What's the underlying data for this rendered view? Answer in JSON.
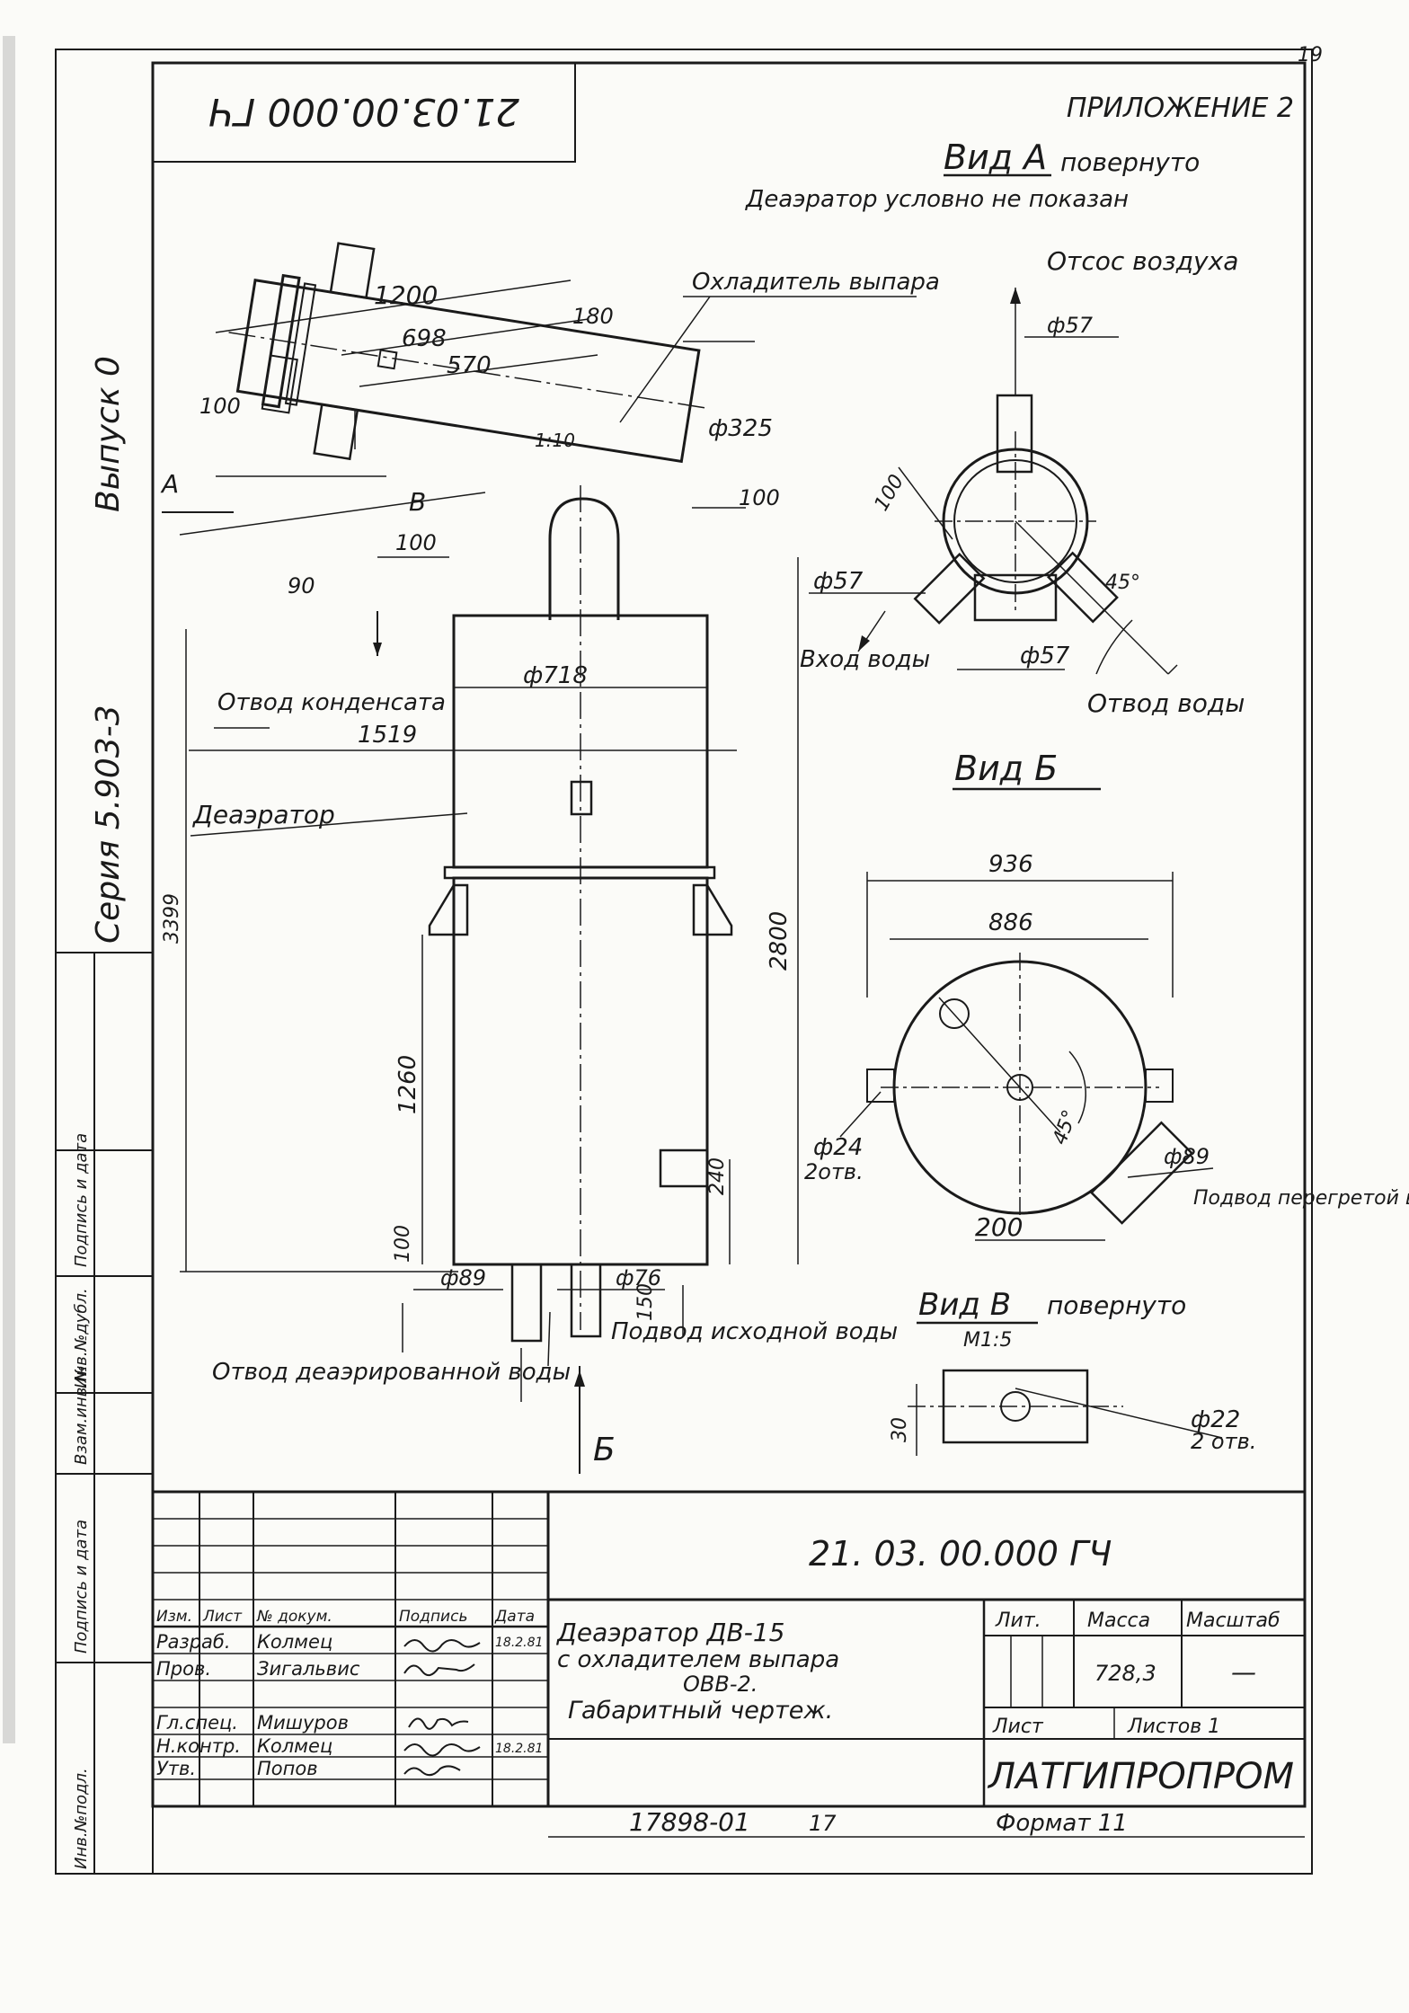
{
  "doc": {
    "page_number": "19",
    "code_top": "21.03.00.000 ГЧ",
    "appendix": "ПРИЛОЖЕНИЕ 2",
    "series": "Серия 5.903-3",
    "issue": "Выпуск 0"
  },
  "view_a": {
    "title": "Вид А",
    "rotated": "повернуто",
    "note": "Деаэратор условно не показан",
    "air_outlet": "Отсос воздуха",
    "water_inlet": "Вход воды",
    "water_outlet": "Отвод воды",
    "dims": {
      "d57_top": "ф57",
      "d57_left": "ф57",
      "d57_bottom": "ф57",
      "d100": "100",
      "angle": "45°"
    }
  },
  "main_view": {
    "cooler_label": "Охладитель выпара",
    "condensate_label": "Отвод конденсата",
    "deaerator_label": "Деаэратор",
    "drain_label": "Отвод деаэрированной воды",
    "supply_label": "Подвод исходной воды",
    "view_b_arrow": "Б",
    "view_a_arrow": "А",
    "view_v_arrow": "В",
    "dims": {
      "d1200": "1200",
      "d698": "698",
      "d180": "180",
      "d570": "570",
      "d100_left": "100",
      "slope": "1:10",
      "d325": "ф325",
      "d100_right": "100",
      "d90": "90",
      "d100_bottom": "100",
      "d718": "ф718",
      "d1519": "1519",
      "d3399": "3399",
      "d2800": "2800",
      "d1260": "1260",
      "d240": "240",
      "d150": "150",
      "d100_base": "100",
      "d89": "ф89",
      "d76": "ф76"
    }
  },
  "view_b": {
    "title": "Вид Б",
    "hole_label": "ф24",
    "hole_count": "2отв.",
    "steam_label": "Подвод перегретой воды",
    "dims": {
      "d936": "936",
      "d886": "886",
      "angle": "45°",
      "d89": "ф89",
      "d200": "200"
    }
  },
  "view_v": {
    "title": "Вид В",
    "rotated": "повернуто",
    "scale": "М1:5",
    "hole_label": "ф22",
    "hole_count": "2 отв.",
    "dim30": "30"
  },
  "side_stamp": {
    "labels": [
      "Инв.№подл.",
      "Подпись и дата",
      "Взам.инв.№",
      "Инв.№дубл.",
      "Подпись и дата"
    ]
  },
  "title_block": {
    "code": "21. 03. 00.000 ГЧ",
    "name_line1": "Деаэратор ДВ-15",
    "name_line2": "с охладителем выпара",
    "name_line3": "ОВВ-2.",
    "name_line4": "Габаритный чертеж.",
    "lit_header": "Лит.",
    "mass_header": "Масса",
    "scale_header": "Масштаб",
    "mass_value": "728,3",
    "scale_value": "—",
    "sheet_label": "Лист",
    "sheets_label": "Листов 1",
    "org": "ЛАТГИПРОПРОМ",
    "col_headers": [
      "Изм.",
      "Лист",
      "№ докум.",
      "Подпись",
      "Дата"
    ],
    "rows": [
      {
        "role": "Разраб.",
        "name": "Колмец",
        "date": "18.2.81"
      },
      {
        "role": "Пров.",
        "name": "Зигальвис",
        "date": ""
      },
      {
        "role": "Гл.спец.",
        "name": "Мишуров",
        "date": ""
      },
      {
        "role": "Н.контр.",
        "name": "Колмец",
        "date": "18.2.81"
      },
      {
        "role": "Утв.",
        "name": "Попов",
        "date": ""
      }
    ],
    "footer_number": "17898-01",
    "footer_sheet": "17",
    "format": "Формат 11"
  }
}
